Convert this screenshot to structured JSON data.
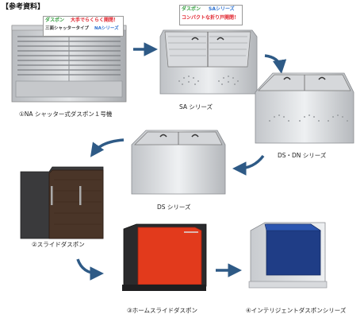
{
  "header": {
    "title": "【参考資料】"
  },
  "colors": {
    "accent_red": "#e0202a",
    "logo_green": "#2e9a3a",
    "label_blue": "#2a6fd0",
    "arrow": "#2e5a86",
    "navy": "#1f3d86",
    "red_panel": "#e23a1c"
  },
  "products": [
    {
      "id": "na",
      "caption": "①NA シャッター式ダスポン１号機",
      "sign": {
        "logo": "ダスポン",
        "line1": "大手でらくらく開閉！",
        "line2": "三面シャッタータイプ",
        "line3": "NAシリーズ"
      }
    },
    {
      "id": "sa",
      "caption": "SA シリーズ",
      "sign": {
        "logo": "ダスポン",
        "line1": "SAシリーズ",
        "line2": "コンパクトな折り戸開閉！"
      }
    },
    {
      "id": "dsdn",
      "caption": "DS・DN シリーズ"
    },
    {
      "id": "ds",
      "caption": "DS シリーズ"
    },
    {
      "id": "slide",
      "caption": "②スライドダスポン"
    },
    {
      "id": "homeslide",
      "caption": "③ホームスライドダスポン"
    },
    {
      "id": "intelligent",
      "caption": "④インテリジェントダスポンシリーズ"
    }
  ]
}
